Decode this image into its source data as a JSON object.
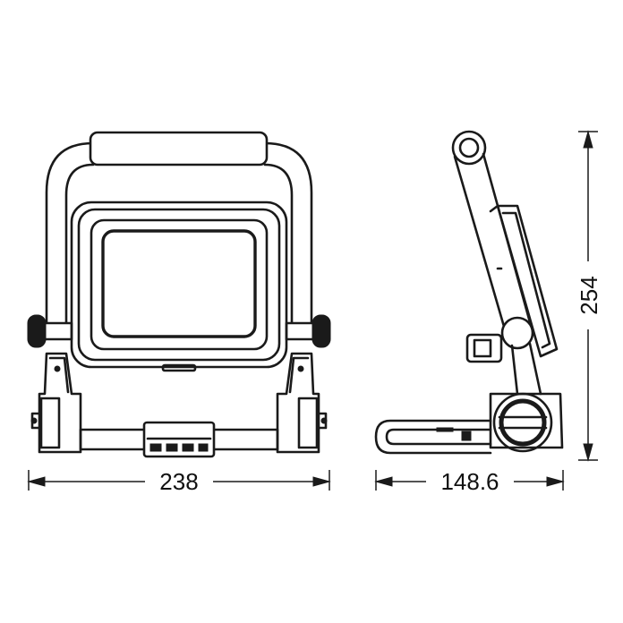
{
  "dimensions": {
    "width": "238",
    "depth": "148.6",
    "height": "254"
  },
  "colors": {
    "line": "#1a1a1a",
    "background": "#ffffff"
  }
}
